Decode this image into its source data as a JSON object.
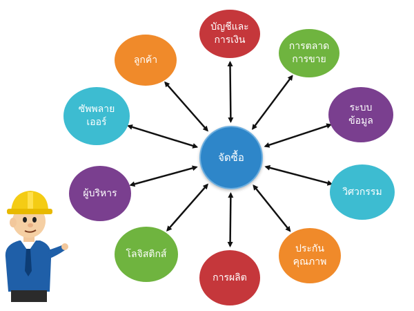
{
  "diagram": {
    "center": {
      "label": "จัดซื้อ",
      "color": "#2e86c9"
    },
    "nodes": [
      {
        "id": "accounting",
        "label": "บัญชีและ\nการเงิน",
        "color": "#c5373b"
      },
      {
        "id": "marketing",
        "label": "การตลาด\nการขาย",
        "color": "#6fb43f"
      },
      {
        "id": "system",
        "label": "ระบบ\nข้อมูล",
        "color": "#7a3f8f"
      },
      {
        "id": "engineering",
        "label": "วิศวกรรม",
        "color": "#3dbcd1"
      },
      {
        "id": "qa",
        "label": "ประกัน\nคุณภาพ",
        "color": "#f08a2a"
      },
      {
        "id": "production",
        "label": "การผลิต",
        "color": "#c5373b"
      },
      {
        "id": "logistics",
        "label": "โลจิสติกส์",
        "color": "#6fb43f"
      },
      {
        "id": "management",
        "label": "ผู้บริหาร",
        "color": "#7a3f8f"
      },
      {
        "id": "supplier",
        "label": "ซัพพลาย\nเออร์",
        "color": "#3dbcd1"
      },
      {
        "id": "customer",
        "label": "ลูกค้า",
        "color": "#f08a2a"
      }
    ]
  },
  "illustration": {
    "icon": "construction-worker-icon"
  }
}
